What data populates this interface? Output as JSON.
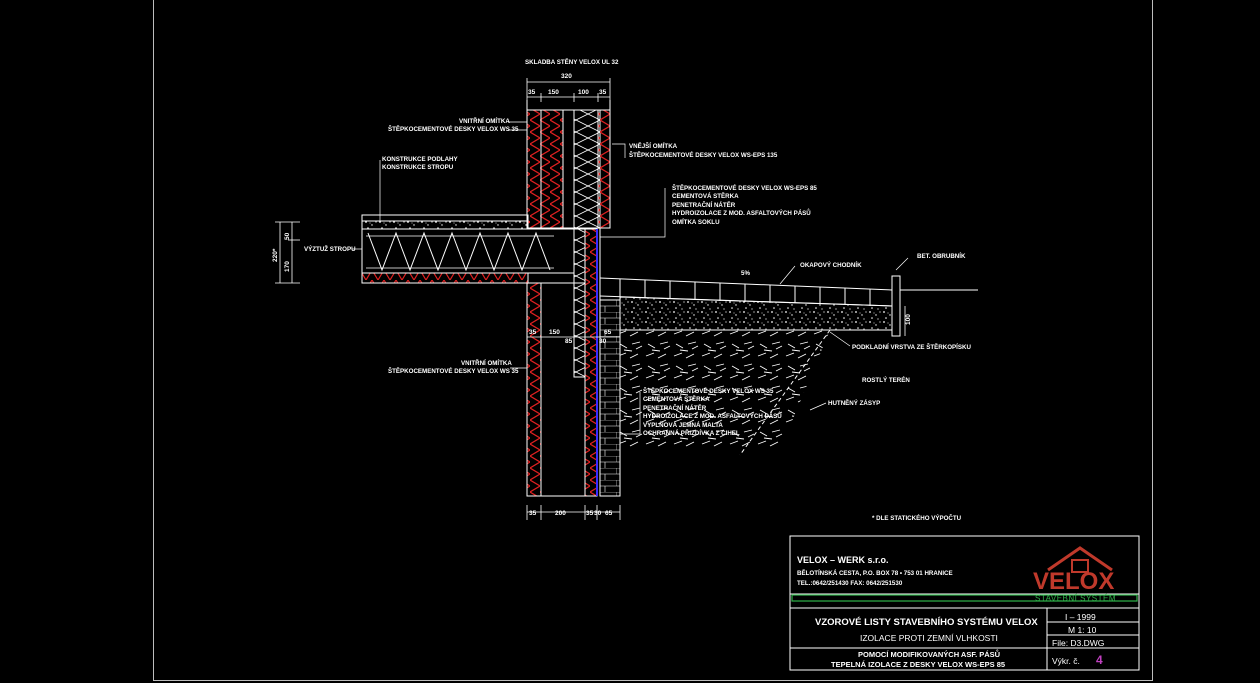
{
  "colors": {
    "background": "#000000",
    "lines": "#ffffff",
    "hatch": "#e02020",
    "insulation_line": "#3a2cff",
    "logo": "#c0392b",
    "stripe": "#2fb24a",
    "sheet_no": "#c040c0"
  },
  "drawing": {
    "title_top": "SKLADBA STĚNY VELOX UL 32",
    "dims_top": {
      "total": "320",
      "a": "35",
      "b": "150",
      "c": "100",
      "d": "35"
    },
    "dims_mid": {
      "a": "35",
      "b": "150",
      "c": "65",
      "d": "85",
      "e": "30"
    },
    "dims_bottom": {
      "a": "35",
      "b": "200",
      "c": "35",
      "d": "30",
      "e": "65"
    },
    "dims_left": {
      "outer": "220*",
      "upper": "50",
      "lower": "170"
    },
    "dim_right": "100",
    "slope": "5%",
    "labels": {
      "inner_plaster_top": "VNITŘNÍ OMÍTKA",
      "inner_board_top": "ŠTĚPKOCEMENTOVÉ DESKY VELOX WS 35",
      "floor_construction": "KONSTRUKCE PODLAHY",
      "ceiling_construction": "KONSTRUKCE STROPU",
      "ceiling_reinforcement": "VÝZTUŽ STROPU",
      "outer_plaster": "VNĚJŠÍ OMÍTKA",
      "outer_board": "ŠTĚPKOCEMENTOVÉ DESKY VELOX WS-EPS 135",
      "plinth_board": "ŠTĚPKOCEMENTOVÉ DESKY VELOX WS-EPS 85",
      "plinth_screed": "CEMENTOVÁ STĚRKA",
      "plinth_coating": "PENETRAČNÍ NÁTĚR",
      "plinth_waterproofing": "HYDROIZOLACE Z MOD. ASFALTOVÝCH PÁSŮ",
      "plinth_plaster": "OMÍTKA SOKLU",
      "sidewalk": "OKAPOVÝ CHODNÍK",
      "curb": "BET. OBRUBNÍK",
      "gravel_base": "PODKLADNÍ VRSTVA ZE ŠTĚRKOPÍSKU",
      "native_soil": "ROSTLÝ TERÉN",
      "backfill": "HUTNĚNÝ ZÁSYP",
      "inner_plaster_bottom": "VNITŘNÍ OMÍTKA",
      "inner_board_bottom": "ŠTĚPKOCEMENTOVÉ DESKY VELOX WS 35",
      "base_board": "ŠTĚPKOCEMENTOVÉ DESKY VELOX WS 35",
      "base_screed": "CEMENTOVÁ STĚRKA",
      "base_coating": "PENETRAČNÍ NÁTĚR",
      "base_waterproofing": "HYDROIZOLACE Z MOD. ASFALTOVÝCH PÁSŮ",
      "base_mortar": "VYPLŇOVÁ JEMNÁ MALTA",
      "base_protection": "OCHRANNÁ PŘIZDÍVKA Z CIHEL"
    },
    "footnote": "* DLE STATICKÉHO VÝPOČTU"
  },
  "title_block": {
    "company": "VELOX – WERK s.r.o.",
    "address": "BĚLOTÍNSKÁ CESTA, P.O. BOX 78 • 753 01 HRANICE",
    "phone": "TEL.:0642/251430   FAX: 0642/251530",
    "logo_text": "VELOX",
    "logo_subtitle": "STAVEBNÍ SYSTÉM",
    "series_title": "VZOROVÉ LISTY STAVEBNÍHO SYSTÉMU VELOX",
    "drawing_title": "IZOLACE PROTI ZEMNÍ VLHKOSTI",
    "subtitle_1": "POMOCÍ MODIFIKOVANÝCH ASF. PÁSŮ",
    "subtitle_2": "TEPELNÁ IZOLACE Z DESKY VELOX WS-EPS 85",
    "date": "I – 1999",
    "scale": "M 1: 10",
    "file": "File: D3.DWG",
    "sheet_label": "Výkr. č.",
    "sheet_no": "4"
  }
}
